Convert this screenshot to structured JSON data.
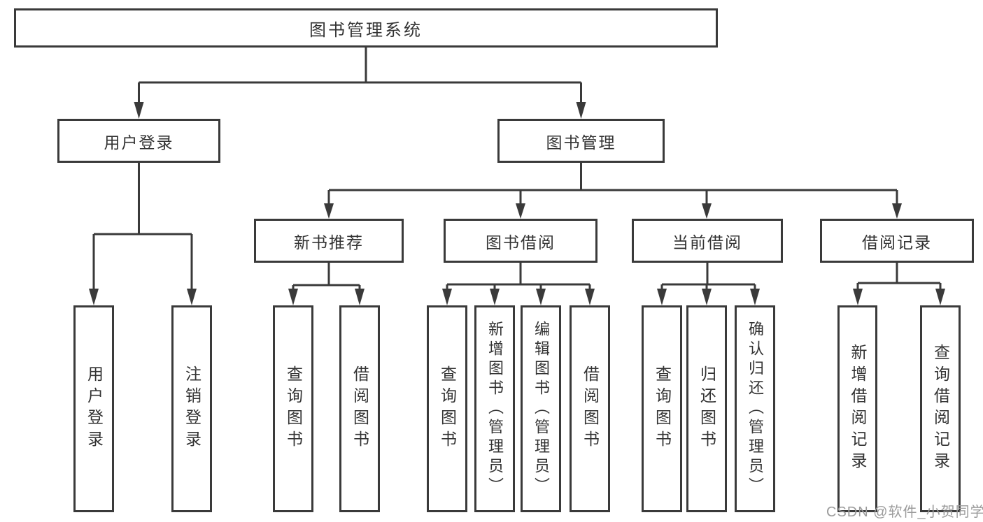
{
  "diagram": {
    "root": {
      "label": "图书管理系统"
    },
    "level2": [
      {
        "id": "user-login",
        "label": "用户登录"
      },
      {
        "id": "book-management",
        "label": "图书管理"
      }
    ],
    "level3": [
      {
        "id": "new-book-recommendation",
        "label": "新书推荐"
      },
      {
        "id": "book-borrowing",
        "label": "图书借阅"
      },
      {
        "id": "current-borrowing",
        "label": "当前借阅"
      },
      {
        "id": "borrowing-records",
        "label": "借阅记录"
      }
    ],
    "leaves": {
      "user_login": [
        "用户登录",
        "注销登录"
      ],
      "new_book_recommendation": [
        "查询图书",
        "借阅图书"
      ],
      "book_borrowing": [
        "查询图书",
        "新增图书（管理员）",
        "编辑图书（管理员）",
        "借阅图书"
      ],
      "current_borrowing": [
        "查询图书",
        "归还图书",
        "确认归还（管理员）"
      ],
      "borrowing_records": [
        "新增借阅记录",
        "查询借阅记录"
      ]
    },
    "colors": {
      "line": "#3a3a3a",
      "box_border": "#3a3a3a",
      "text": "#333333",
      "watermark": "#9b9b9b"
    }
  },
  "watermark": {
    "text": "CSDN @软件_小贺同学"
  }
}
